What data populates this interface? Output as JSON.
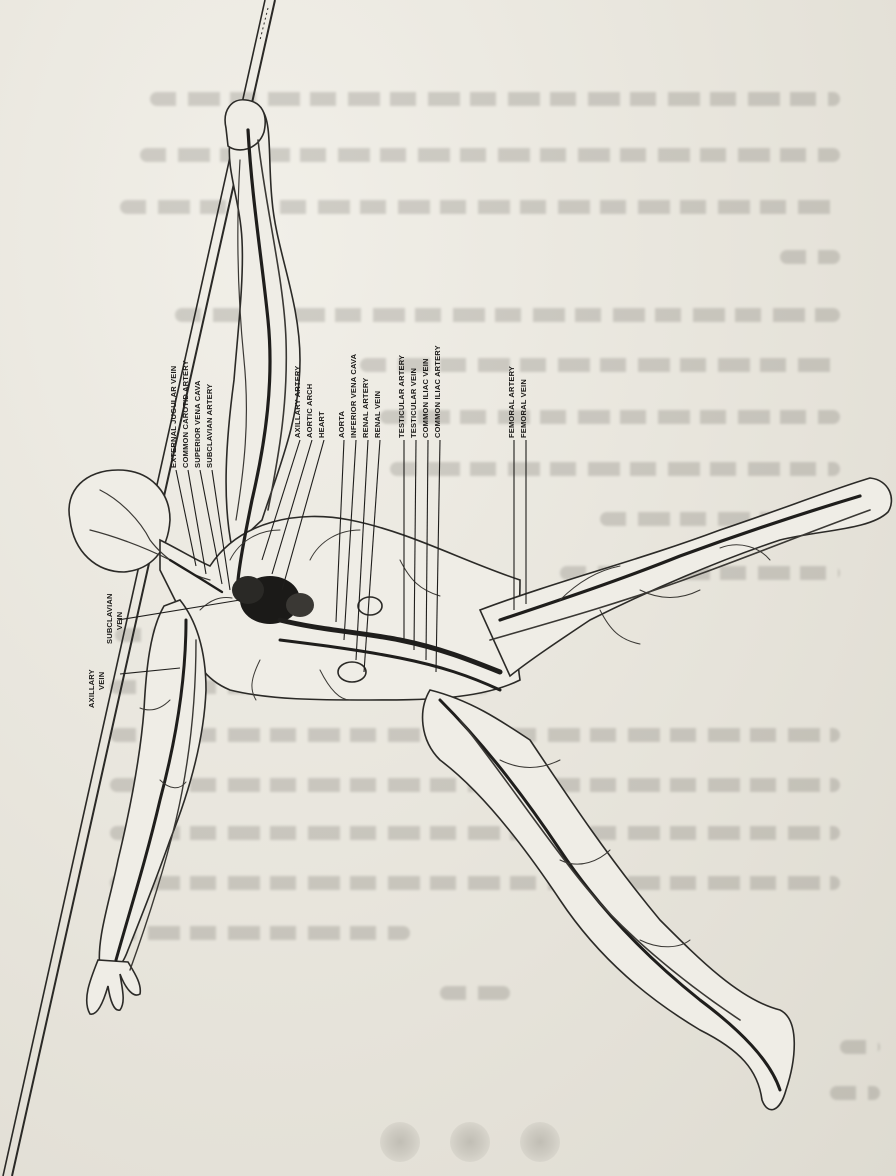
{
  "labels": {
    "external_jugular_vein": "EXTERNAL JUGULAR VEIN",
    "common_carotid_artery": "COMMON CAROTID ARTERY",
    "superior_vena_cava": "SUPERIOR VENA CAVA",
    "subclavian_artery": "SUBCLAVIAN ARTERY",
    "axillary_artery": "AXILLARY ARTERY",
    "aortic_arch": "AORTIC ARCH",
    "heart": "HEART",
    "aorta": "AORTA",
    "inferior_vena_cava": "INFERIOR VENA CAVA",
    "renal_artery": "RENAL ARTERY",
    "renal_vein": "RENAL VEIN",
    "testicular_artery": "TESTICULAR ARTERY",
    "testicular_vein": "TESTICULAR VEIN",
    "common_iliac_vein": "COMMON ILIAC VEIN",
    "common_iliac_artery": "COMMON ILIAC ARTERY",
    "femoral_artery": "FEMORAL ARTERY",
    "femoral_vein": "FEMORAL VEIN",
    "subclavian_vein_1": "SUBCLAVIAN",
    "subclavian_vein_2": "VEIN",
    "axillary_vein_1": "AXILLARY",
    "axillary_vein_2": "VEIN"
  },
  "colors": {
    "paper": "#e9e7df",
    "ink": "#1f1e1c"
  }
}
